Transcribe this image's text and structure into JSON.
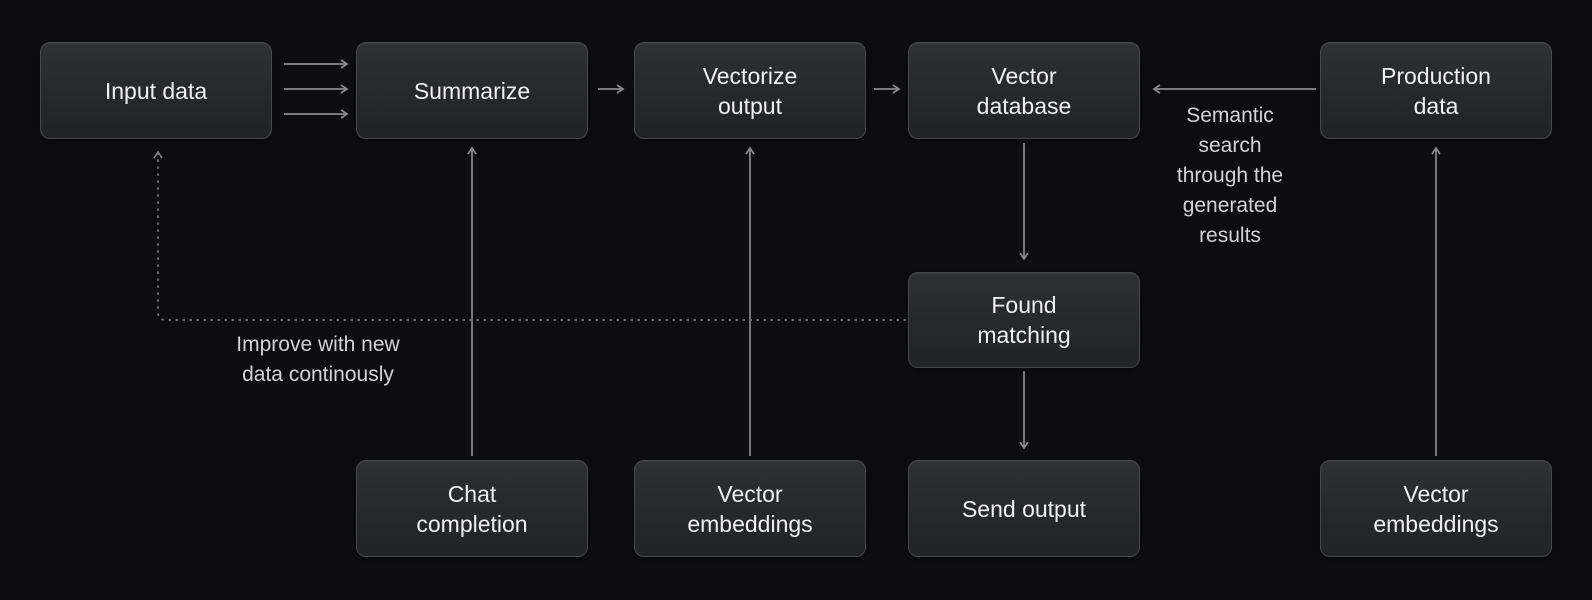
{
  "diagram": {
    "type": "flowchart",
    "background_color": "#0d0d0f",
    "node_fill_top": "#2f3034",
    "node_fill_bottom": "#222326",
    "node_border_color": "#46474b",
    "node_text_color": "#f0f0f2",
    "arrow_color": "#8a8b8e",
    "dotted_arrow_color": "#797a7d",
    "note_text_color": "#d3d3d5",
    "nodes": [
      {
        "id": "input-data",
        "label": "Input data"
      },
      {
        "id": "summarize",
        "label": "Summarize"
      },
      {
        "id": "vectorize-output",
        "label": "Vectorize\noutput"
      },
      {
        "id": "vector-database",
        "label": "Vector\ndatabase"
      },
      {
        "id": "production-data",
        "label": "Production\ndata"
      },
      {
        "id": "found-matching",
        "label": "Found\nmatching"
      },
      {
        "id": "chat-completion",
        "label": "Chat\ncompletion"
      },
      {
        "id": "vector-embeddings-left",
        "label": "Vector\nembeddings"
      },
      {
        "id": "send-output",
        "label": "Send output"
      },
      {
        "id": "vector-embeddings-right",
        "label": "Vector\nembeddings"
      }
    ],
    "annotations": [
      {
        "id": "semantic-search-label",
        "text": "Semantic\nsearch\nthrough the\ngenerated\nresults"
      },
      {
        "id": "improve-label",
        "text": "Improve with new\ndata continously"
      }
    ],
    "edges": [
      {
        "from": "input-data",
        "to": "summarize",
        "style": "triple-solid"
      },
      {
        "from": "summarize",
        "to": "vectorize-output",
        "style": "solid"
      },
      {
        "from": "vectorize-output",
        "to": "vector-database",
        "style": "solid"
      },
      {
        "from": "production-data",
        "to": "vector-database",
        "style": "solid"
      },
      {
        "from": "vector-database",
        "to": "found-matching",
        "style": "solid"
      },
      {
        "from": "found-matching",
        "to": "send-output",
        "style": "solid"
      },
      {
        "from": "chat-completion",
        "to": "summarize",
        "style": "solid"
      },
      {
        "from": "vector-embeddings-left",
        "to": "vectorize-output",
        "style": "solid"
      },
      {
        "from": "vector-embeddings-right",
        "to": "production-data",
        "style": "solid"
      },
      {
        "from": "found-matching",
        "to": "input-data",
        "style": "dotted"
      }
    ]
  }
}
